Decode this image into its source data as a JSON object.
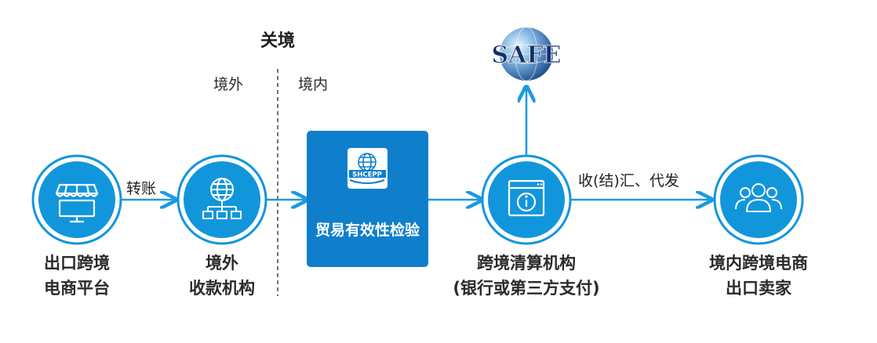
{
  "header": {
    "title": "关境"
  },
  "border": {
    "left_label": "境外",
    "right_label": "境内"
  },
  "edges": {
    "transfer": "转账",
    "settle": "收(结)汇、代发"
  },
  "nodes": {
    "platform": {
      "line1": "出口跨境",
      "line2": "电商平台"
    },
    "overseas_collector": {
      "line1": "境外",
      "line2": "收款机构"
    },
    "verification": {
      "label": "贸易有效性检验",
      "logo_text": "SHCEPP"
    },
    "clearing": {
      "line1": "跨境清算机构",
      "line2": "(银行或第三方支付)"
    },
    "seller": {
      "line1": "境内跨境电商",
      "line2": "出口卖家"
    }
  },
  "safe": {
    "logo_text": "SAFE"
  },
  "colors": {
    "primary": "#1296db",
    "box": "#0f7fcb",
    "arrow": "#1a9be0",
    "text": "#2a2a2a"
  }
}
